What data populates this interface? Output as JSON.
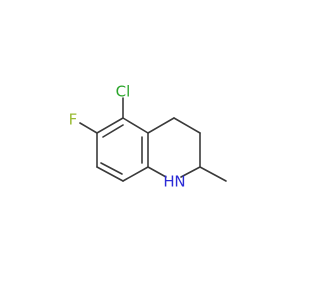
{
  "molecule": {
    "atoms": {
      "cl": {
        "label": "Cl",
        "color": "#2aa52a"
      },
      "f": {
        "label": "F",
        "color": "#99bb33"
      },
      "nh": {
        "label": "N",
        "h_label": "H",
        "color": "#2b2bd6"
      }
    },
    "bond_color": "#3a3a3a"
  }
}
